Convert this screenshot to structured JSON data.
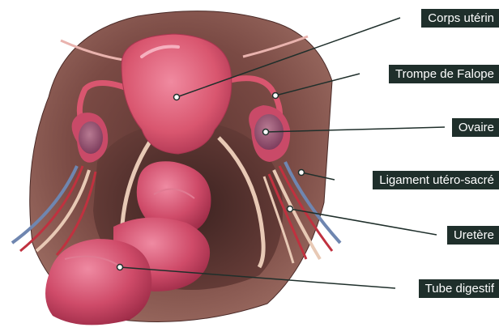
{
  "figure": {
    "labels": [
      {
        "id": "corps-uterin",
        "text": "Corps utérin"
      },
      {
        "id": "trompe-de-falope",
        "text": "Trompe de Falope"
      },
      {
        "id": "ovaire",
        "text": "Ovaire"
      },
      {
        "id": "ligament-utero-sacre",
        "text": "Ligament utéro-sacré"
      },
      {
        "id": "uretere",
        "text": "Uretère"
      },
      {
        "id": "tube-digestif",
        "text": "Tube digestif"
      }
    ]
  },
  "colors": {
    "label_bg": "#1f2f2b",
    "label_text": "#ffffff",
    "pelvis_wall": "#7a4a44",
    "uterus": "#d9566f",
    "ovary": "#8a4a66",
    "intestine": "#c94a68",
    "ureter_cream": "#e8c9b5",
    "vessel_blue": "#6f86b0",
    "vessel_red": "#c0313f",
    "leader_line": "#1f2f2b"
  }
}
